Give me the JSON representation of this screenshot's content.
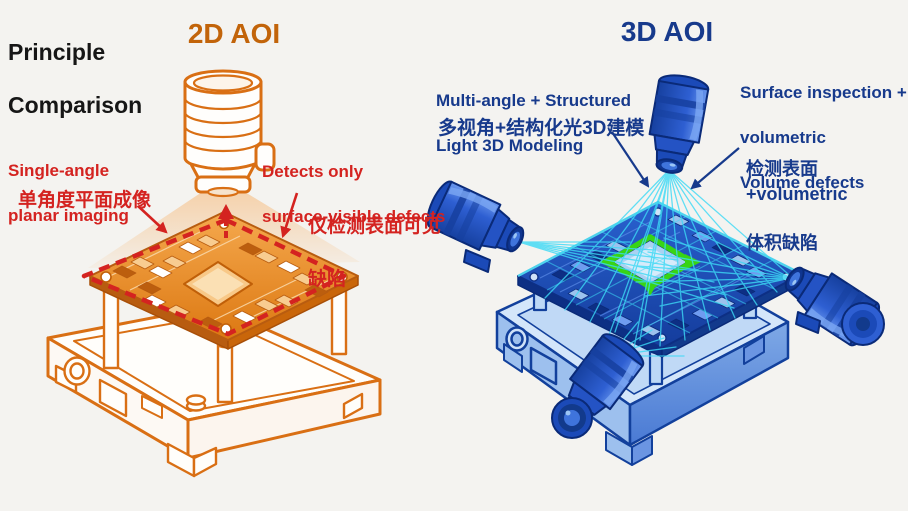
{
  "title": {
    "line1": "Principle",
    "line2": "Comparison"
  },
  "panel_2d": {
    "heading": "2D AOI",
    "label_single_angle": {
      "en1": "Single-angle",
      "en2": "planar imaging",
      "zh": "单角度平面成像"
    },
    "label_detects": {
      "en1": "Detects only",
      "en2": "surface-visible defects",
      "zh1": "仅检测表面可见",
      "zh2": "缺陷"
    }
  },
  "panel_3d": {
    "heading": "3D AOI",
    "label_multi_angle": {
      "en1": "Multi-angle + Structured",
      "en2": "Light 3D Modeling",
      "zh": "多视角+结构化光3D建模"
    },
    "label_surface": {
      "en1": "Surface inspection +",
      "en2": "volumetric",
      "en3": "Volume defects",
      "zh1": "检测表面+volumetric",
      "zh2": "体积缺陷"
    }
  },
  "colors": {
    "background": "#f4f3f0",
    "title_text": "#161616",
    "accent_2d": "#c2640a",
    "machine_orange": "#d96f14",
    "warning_red": "#d42320",
    "accent_3d": "#173a8c",
    "machine_blue": "#2e5fd2",
    "ray_cyan": "#3cd9f5",
    "highlight_green": "#38d414"
  }
}
